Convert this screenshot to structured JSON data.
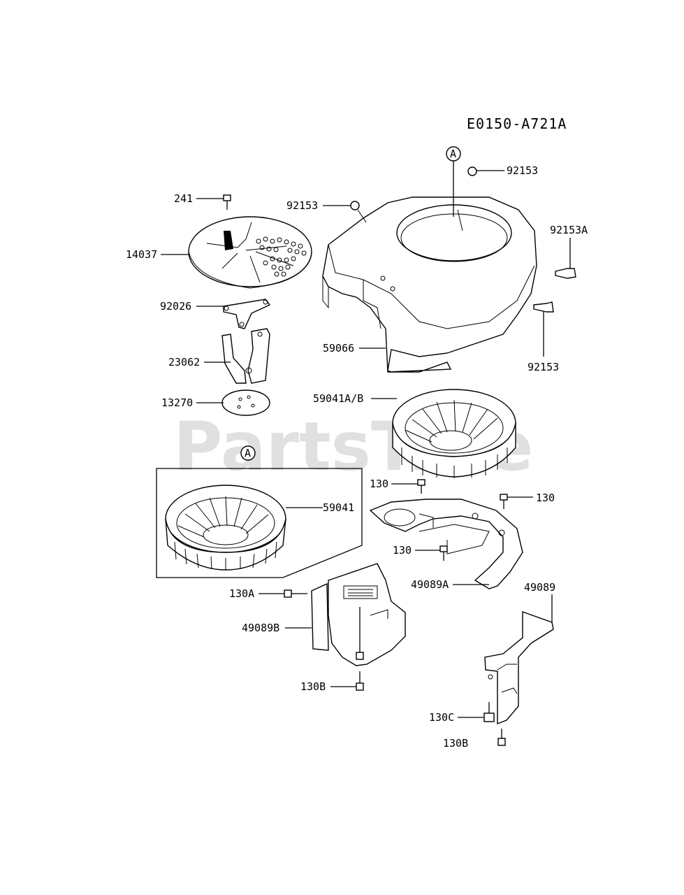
{
  "diagram_code": "E0150-A721A",
  "watermark": "PartsTree",
  "callout_marker": "A",
  "labels": {
    "p241": "241",
    "p14037": "14037",
    "p92026": "92026",
    "p23062": "23062",
    "p13270": "13270",
    "p92153_top": "92153",
    "p92153_left": "92153",
    "p92153A": "92153A",
    "p92153_right": "92153",
    "p59066": "59066",
    "p59041AB": "59041A/B",
    "p59041": "59041",
    "p130_a": "130",
    "p130_b": "130",
    "p130_c": "130",
    "p49089A": "49089A",
    "p49089": "49089",
    "p130A": "130A",
    "p49089B": "49089B",
    "p130B_left": "130B",
    "p130C": "130C",
    "p130B_right": "130B"
  }
}
